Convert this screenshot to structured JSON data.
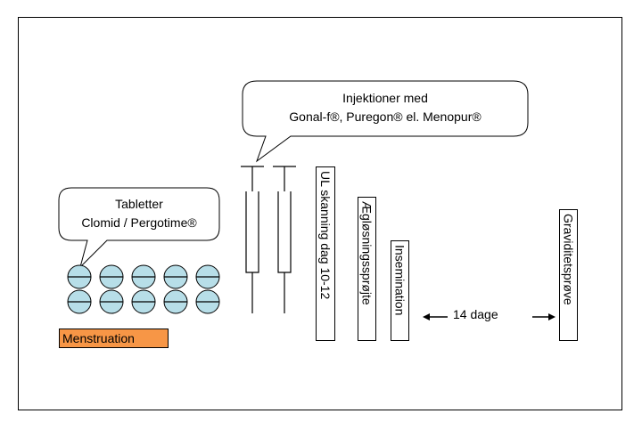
{
  "bubbles": {
    "tablets": {
      "line1": "Tabletter",
      "line2": "Clomid / Pergotime®"
    },
    "injections": {
      "line1": "Injektioner med",
      "line2": "Gonal-f®, Puregon® el. Menopur®"
    }
  },
  "pills": {
    "rows": 2,
    "per_row": 5,
    "fill": "#b7dee8"
  },
  "labels": {
    "menstruation": "Menstruation",
    "ul_scan": "UL skanning dag 10-12",
    "ovulation_injection": "Ægløsningssprøjte",
    "insemination": "Insemination",
    "interval": "14 dage",
    "pregnancy_test": "Graviditetsprøve"
  },
  "colors": {
    "menstruation_bg": "#f79646",
    "pill_fill": "#b7dee8"
  }
}
